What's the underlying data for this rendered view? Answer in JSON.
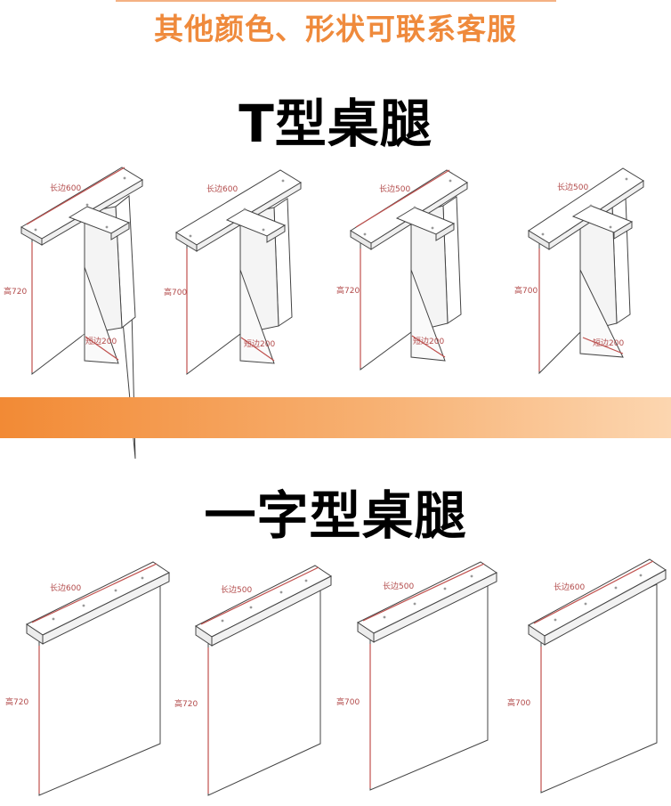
{
  "notice": "其他颜色、形状可联系客服",
  "t_section": {
    "title": "T型桌腿",
    "items": [
      {
        "long": "长边600",
        "height": "高720",
        "short": "短边200"
      },
      {
        "long": "长边600",
        "height": "高700",
        "short": "短边200"
      },
      {
        "long": "长边500",
        "height": "高720",
        "short": "短边200"
      },
      {
        "long": "长边500",
        "height": "高700",
        "short": "短边200"
      }
    ]
  },
  "i_section": {
    "title": "一字型桌腿",
    "items": [
      {
        "long": "长边600",
        "height": "高720"
      },
      {
        "long": "长边500",
        "height": "高720"
      },
      {
        "long": "长边500",
        "height": "高700"
      },
      {
        "long": "长边600",
        "height": "高700"
      }
    ]
  },
  "colors": {
    "accent": "#ef8a3c",
    "band_start": "#f28a35",
    "band_end": "#fcd6b0",
    "dimension": "#b24a4a"
  }
}
